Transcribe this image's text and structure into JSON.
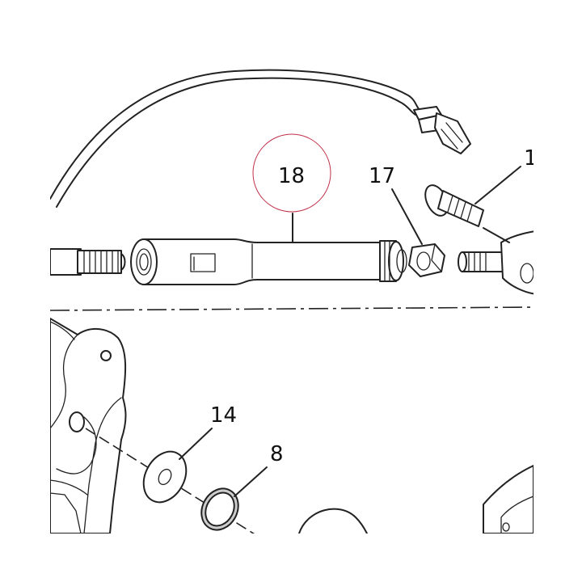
{
  "callouts": {
    "part_18": "18",
    "part_17": "17",
    "part_1": "1",
    "part_14": "14",
    "part_8": "8"
  },
  "highlight_color": "#c0314a",
  "line_color": "#222222"
}
